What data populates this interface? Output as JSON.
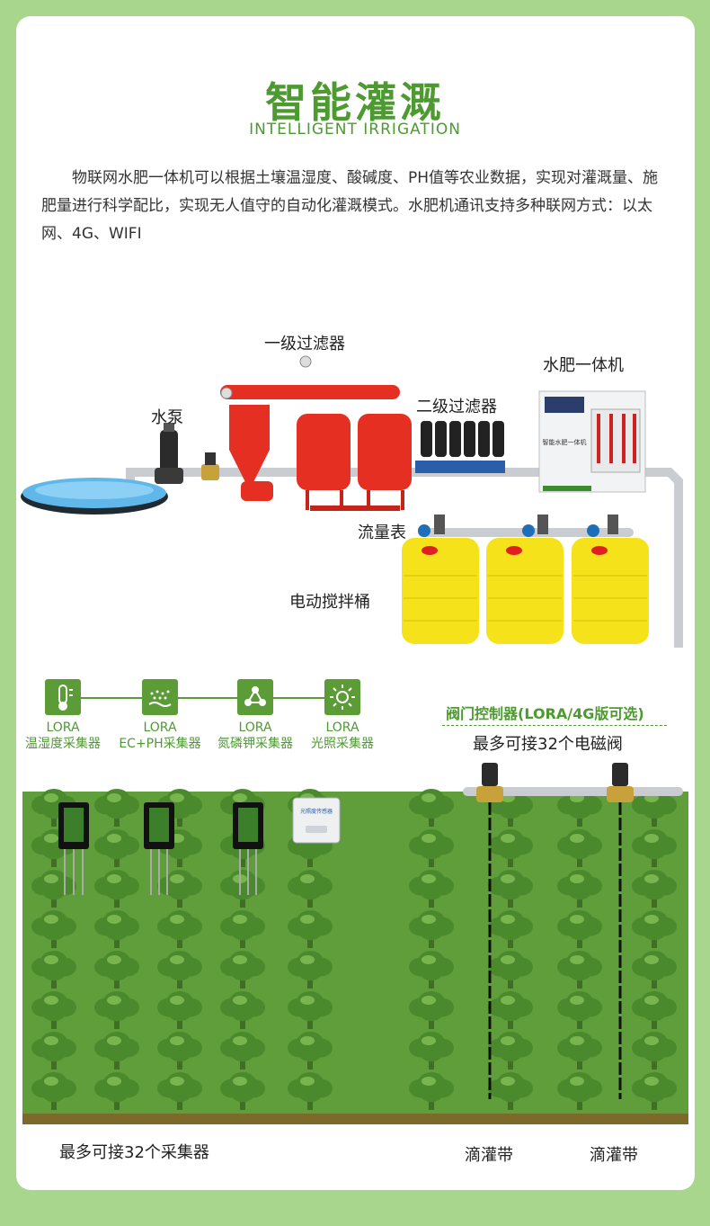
{
  "header": {
    "title": "智能灌溉",
    "subtitle": "INTELLIGENT IRRIGATION",
    "description": "物联网水肥一体机可以根据土壤温湿度、酸碱度、PH值等农业数据，实现对灌溉量、施肥量进行科学配比，实现无人值守的自动化灌溉模式。水肥机通讯支持多种联网方式：以太网、4G、WIFI"
  },
  "equipment": {
    "pump": "水泵",
    "primary_filter": "一级过滤器",
    "secondary_filter": "二级过滤器",
    "fertigation_machine": "水肥一体机",
    "flow_meter": "流量表",
    "mixing_tank": "电动搅拌桶",
    "machine_panel_text": "智能水肥一体机"
  },
  "sensors": [
    {
      "protocol": "LORA",
      "name": "温湿度采集器",
      "icon": "thermometer-icon"
    },
    {
      "protocol": "LORA",
      "name": "EC+PH采集器",
      "icon": "soil-dots-icon"
    },
    {
      "protocol": "LORA",
      "name": "氮磷钾采集器",
      "icon": "molecule-icon"
    },
    {
      "protocol": "LORA",
      "name": "光照采集器",
      "icon": "sun-icon"
    }
  ],
  "valve": {
    "title": "阀门控制器(LORA/4G版可选)",
    "note": "最多可接32个电磁阀"
  },
  "light_sensor_box_text": "光照度传感器",
  "footer": {
    "collectors_note": "最多可接32个采集器",
    "drip_tape_1": "滴灌带",
    "drip_tape_2": "滴灌带"
  },
  "colors": {
    "brand_green": "#4d9a31",
    "background": "#a9d68d",
    "field": "#5f9e3b",
    "tank_yellow": "#f5e21b",
    "filter_red": "#e52f22"
  }
}
